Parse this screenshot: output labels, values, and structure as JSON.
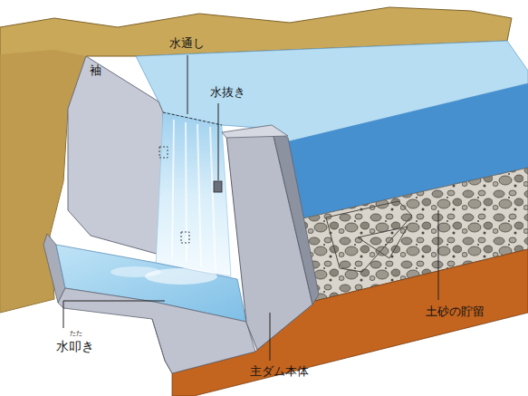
{
  "diagram": {
    "labels": [
      "袖",
      "水通し",
      "水抜き",
      "土砂の貯留",
      "たた",
      "水叩き",
      "主ダム本体"
    ]
  }
}
